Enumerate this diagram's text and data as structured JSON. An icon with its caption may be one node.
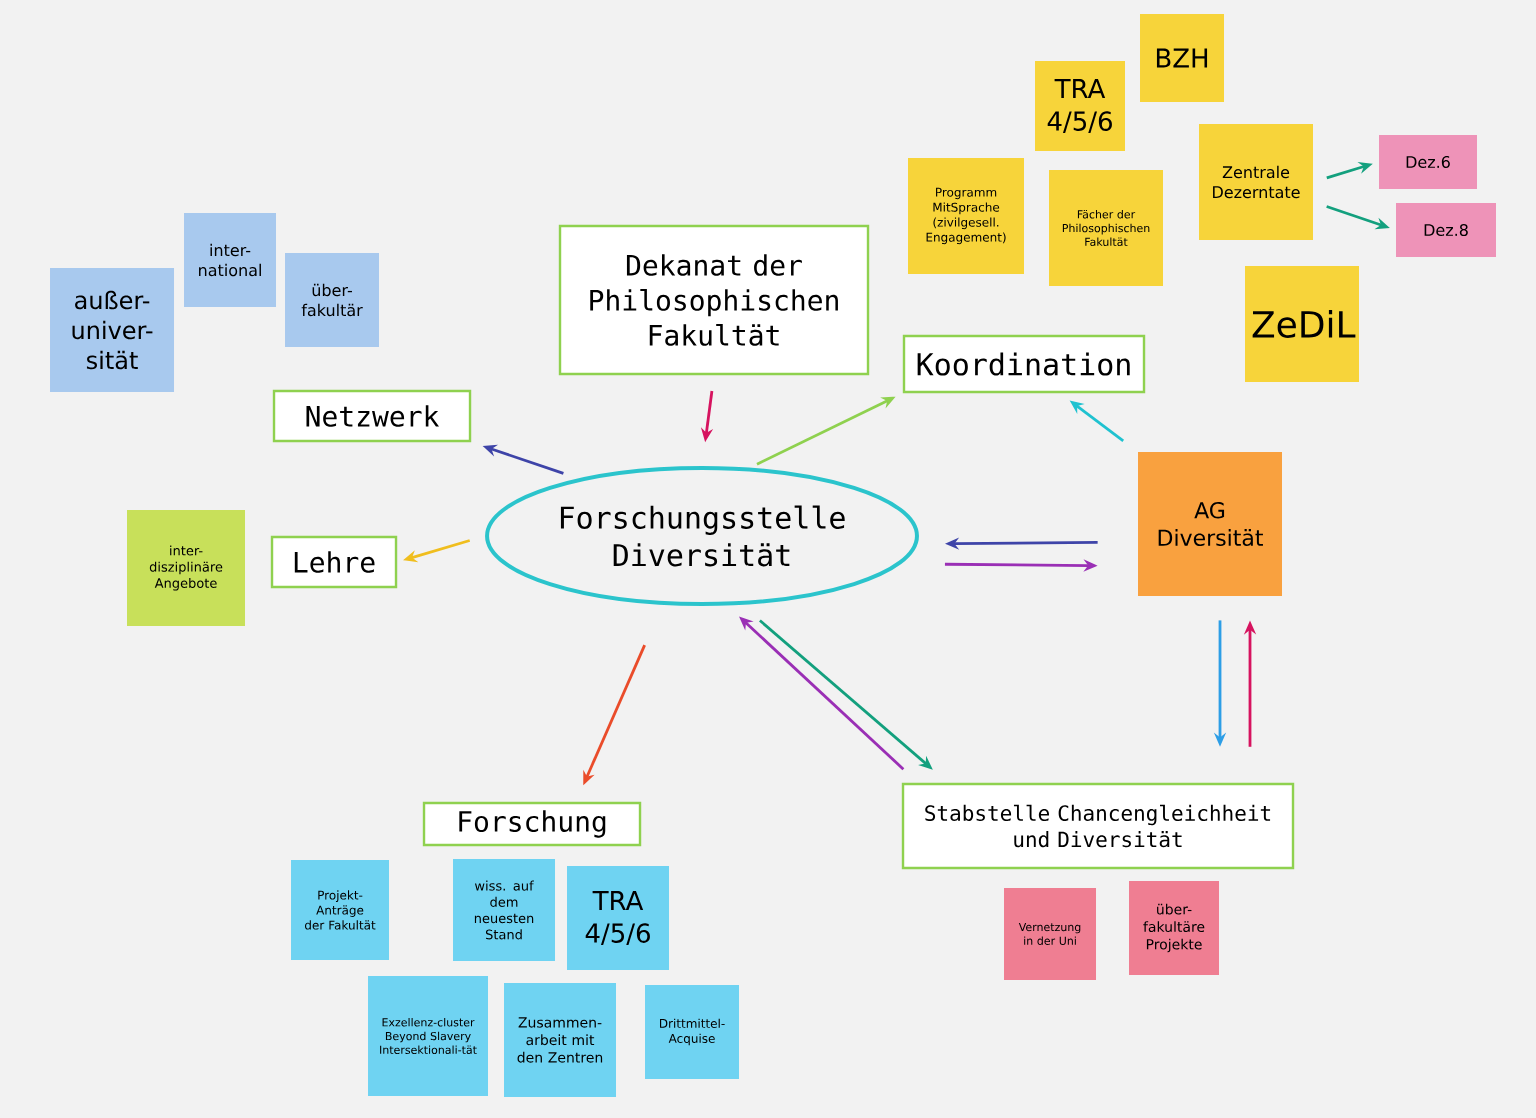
{
  "diagram": {
    "nodes": [
      {
        "text": [
          "Dekanat der Philosophischen Fakultät"
        ]
      },
      {
        "text": [
          "Koordination"
        ]
      },
      {
        "text": [
          "Netzwerk"
        ]
      },
      {
        "text": [
          "Lehre"
        ]
      },
      {
        "text": [
          "Forschungsstelle Diversität"
        ]
      },
      {
        "text": [
          "AG Diversität"
        ]
      },
      {
        "text": [
          "Forschung"
        ]
      },
      {
        "text": [
          "Stabstelle Chancengleichheit und Diversität"
        ]
      },
      {
        "text": [
          "außer-univer-sität"
        ]
      },
      {
        "text": [
          "inter-national"
        ]
      },
      {
        "text": [
          "über-fakultär"
        ]
      },
      {
        "text": [
          "inter-disziplinäre Angebote"
        ]
      },
      {
        "text": [
          "Programm MitSprache (zivilgesell. Engagement)"
        ]
      },
      {
        "text": [
          "TRA 4/5/6"
        ]
      },
      {
        "text": [
          "BZH"
        ]
      },
      {
        "text": [
          "Fächer der Philosophischen Fakultät"
        ]
      },
      {
        "text": [
          "Zentrale Dezerntate"
        ]
      },
      {
        "text": [
          "Dez.6"
        ]
      },
      {
        "text": [
          "Dez.8"
        ]
      },
      {
        "text": [
          "ZeDiL"
        ]
      },
      {
        "text": [
          "Projekt-Anträge der Fakultät"
        ]
      },
      {
        "text": [
          "wiss. auf dem neuesten Stand"
        ]
      },
      {
        "text": [
          "TRA 4/5/6"
        ]
      },
      {
        "text": [
          "Exzellenz-cluster Beyond Slavery Intersektionali-tät"
        ]
      },
      {
        "text": [
          "Zusammen-arbeit mit den Zentren"
        ]
      },
      {
        "text": [
          "Drittmittel-Acquise"
        ]
      },
      {
        "text": [
          "Vernetzung in der Uni"
        ]
      },
      {
        "text": [
          "über-fakultäre Projekte"
        ]
      }
    ],
    "edges": [
      {
        "from": 0,
        "to": 4,
        "arrow": "to",
        "color": "#d6135f"
      },
      {
        "from": 4,
        "to": 1,
        "arrow": "to",
        "color": "#8fd14f"
      },
      {
        "from": 4,
        "to": 2,
        "arrow": "to",
        "color": "#3e44a8"
      },
      {
        "from": 4,
        "to": 3,
        "arrow": "to",
        "color": "#f0be1e"
      },
      {
        "from": 4,
        "to": 6,
        "arrow": "to",
        "color": "#ea4c2a"
      },
      {
        "from": 5,
        "to": 4,
        "arrow": "to",
        "color": "#3e44a8"
      },
      {
        "from": 4,
        "to": 5,
        "arrow": "to",
        "color": "#9a2fb5"
      },
      {
        "from": 5,
        "to": 1,
        "arrow": "to",
        "color": "#1fc2d0"
      },
      {
        "from": 5,
        "to": 7,
        "arrow": "to",
        "color": "#2d9ee6"
      },
      {
        "from": 7,
        "to": 5,
        "arrow": "to",
        "color": "#d6135f"
      },
      {
        "from": 4,
        "to": 7,
        "arrow": "to",
        "color": "#13a07e"
      },
      {
        "from": 7,
        "to": 4,
        "arrow": "to",
        "color": "#9a2fb5"
      },
      {
        "from": 16,
        "to": 17,
        "arrow": "to",
        "color": "#13a07e"
      },
      {
        "from": 16,
        "to": 18,
        "arrow": "to",
        "color": "#13a07e"
      }
    ]
  }
}
